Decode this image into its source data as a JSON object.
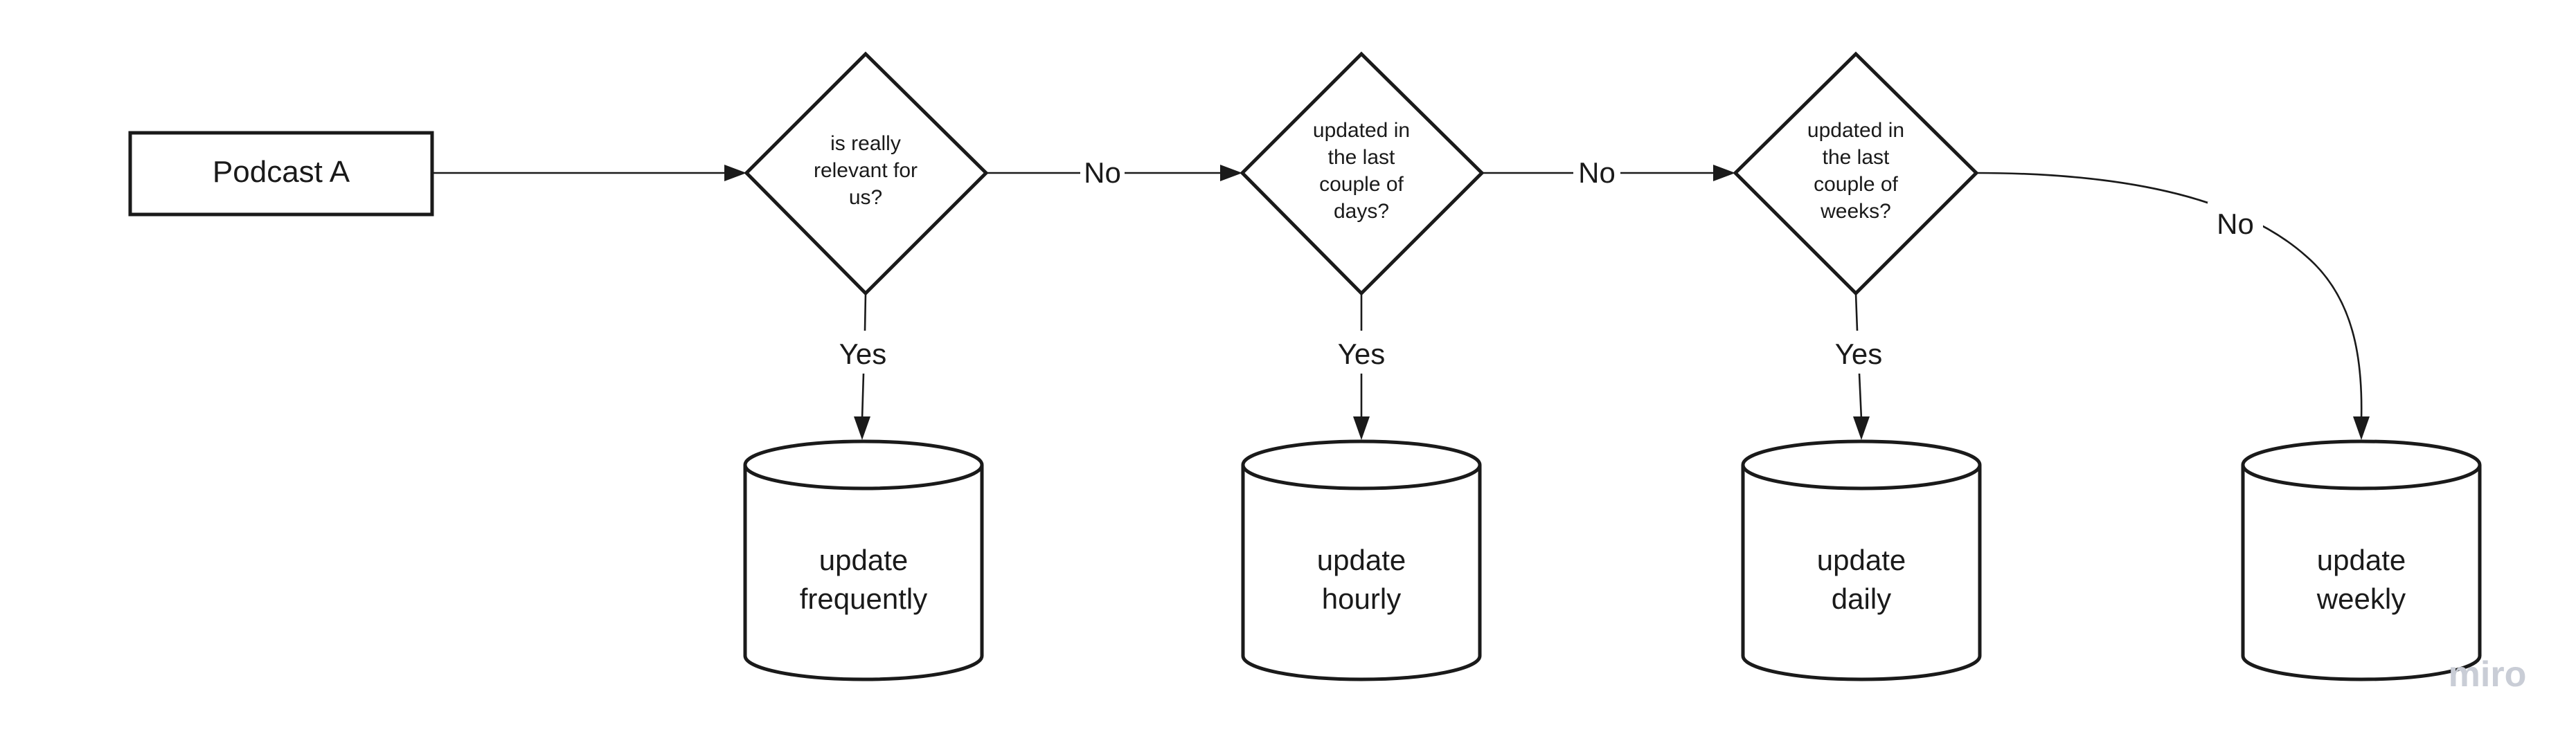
{
  "diagram": {
    "start": {
      "label": "Podcast A"
    },
    "decisions": [
      {
        "lines": [
          "is really",
          "relevant for",
          "us?"
        ]
      },
      {
        "lines": [
          "updated in",
          "the last",
          "couple of",
          "days?"
        ]
      },
      {
        "lines": [
          "updated in",
          "the last",
          "couple of",
          "weeks?"
        ]
      }
    ],
    "stores": [
      {
        "lines": [
          "update",
          "frequently"
        ]
      },
      {
        "lines": [
          "update",
          "hourly"
        ]
      },
      {
        "lines": [
          "update",
          "daily"
        ]
      },
      {
        "lines": [
          "update",
          "weekly"
        ]
      }
    ],
    "edge_labels": {
      "yes": [
        "Yes",
        "Yes",
        "Yes"
      ],
      "no": [
        "No",
        "No",
        "No"
      ]
    },
    "watermark": "miro"
  }
}
